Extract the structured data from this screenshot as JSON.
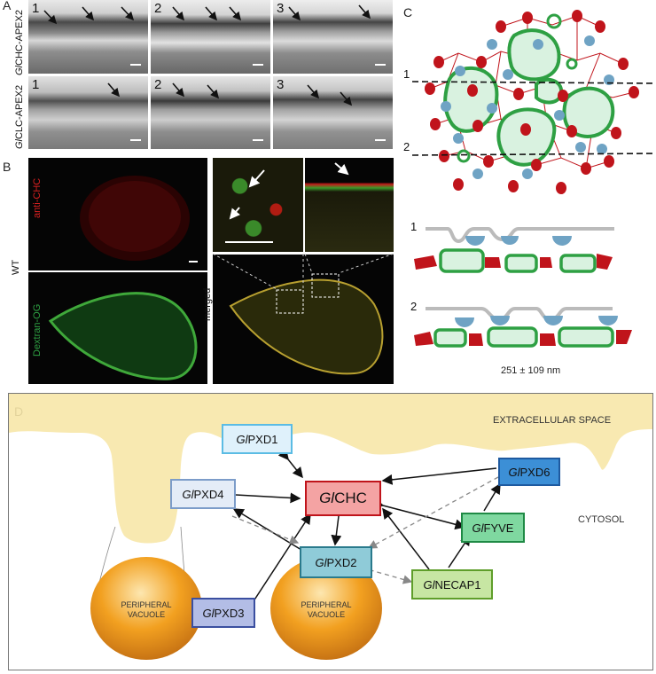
{
  "panel_letters": {
    "a": "A",
    "b": "B",
    "c": "C",
    "d": "D"
  },
  "panel_a": {
    "row_labels": [
      "GlCHC-APEX2",
      "GlCLC-APEX2"
    ],
    "frame_numbers": [
      "1",
      "2",
      "3",
      "1",
      "2",
      "3"
    ]
  },
  "panel_b": {
    "condition": "WT",
    "channel_red": "anti-CHC",
    "channel_green": "Dextran-OG",
    "merged_label": "merged"
  },
  "panel_c": {
    "section_markers": [
      "1",
      "2"
    ],
    "profile_markers": [
      "1",
      "2"
    ],
    "measurement": "251 ± 109 nm"
  },
  "panel_d": {
    "regions": {
      "extracellular": "EXTRACELLULAR SPACE",
      "cytosol": "CYTOSOL"
    },
    "vacuoles": [
      "PERIPHERAL\nVACUOLE",
      "PERIPHERAL\nVACUOLE"
    ],
    "nodes": {
      "pxd1": {
        "prefix": "Gl",
        "name": "PXD1"
      },
      "pxd4": {
        "prefix": "Gl",
        "name": "PXD4"
      },
      "chc": {
        "prefix": "Gl",
        "name": "CHC"
      },
      "pxd6": {
        "prefix": "Gl",
        "name": "PXD6"
      },
      "fyve": {
        "prefix": "Gl",
        "name": "FYVE"
      },
      "pxd2": {
        "prefix": "Gl",
        "name": "PXD2"
      },
      "necap1": {
        "prefix": "Gl",
        "name": "NECAP1"
      },
      "pxd3": {
        "prefix": "Gl",
        "name": "PXD3"
      }
    }
  },
  "colors": {
    "clathrin_red": "#c0141b",
    "vesicle_green": "#2ea043",
    "vesicle_fill": "#d9f2e0",
    "blue_dot": "#6fa3c4",
    "extracellular": "#f7e7a8",
    "vacuole": "#f2a020",
    "chc_box": "#f4a3a3",
    "pxd1_box": "#dff1fb",
    "pxd4_box": "#e4ecf7",
    "pxd6_box": "#3c8fd6",
    "fyve_box": "#7fd8a0",
    "pxd2_box": "#8fcbd8",
    "necap1_box": "#c7e6a3",
    "pxd3_box": "#b3bde6"
  }
}
